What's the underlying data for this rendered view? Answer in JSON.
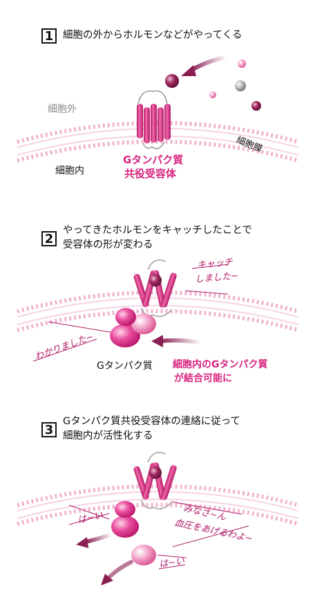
{
  "panel1": {
    "number": "1",
    "caption": "細胞の外からホルモンなどがやってくる",
    "outside_label": "細胞外",
    "inside_label": "細胞内",
    "membrane_label": "細胞膜",
    "receptor_label_1": "Gタンパク質",
    "receptor_label_2": "共役受容体"
  },
  "panel2": {
    "number": "2",
    "caption_line1": "やってきたホルモンをキャッチしたことで",
    "caption_line2": "受容体の形が変わる",
    "speech_catch_1": "キャッチ",
    "speech_catch_2": "しました~",
    "speech_understood": "わかりました~",
    "gprotein_label": "Gタンパク質",
    "binding_note_1": "細胞内のGタンパク質",
    "binding_note_2": "が結合可能に"
  },
  "panel3": {
    "number": "3",
    "caption_line1": "Gタンパク質共役受容体の連絡に従って",
    "caption_line2": "細胞内が活性化する",
    "speech_hai_1": "は~い",
    "speech_hai_2": "は~い",
    "speech_everyone_1": "みなさ~ん",
    "speech_everyone_2": "血圧をあげるわよ~"
  },
  "colors": {
    "membrane": "#f2b3cf",
    "receptor": "#e0287f",
    "gprotein": "#e8449a",
    "hormone_dark": "#8a1f52",
    "arrow": "#8a1f52",
    "accent_text": "#d8237f"
  }
}
